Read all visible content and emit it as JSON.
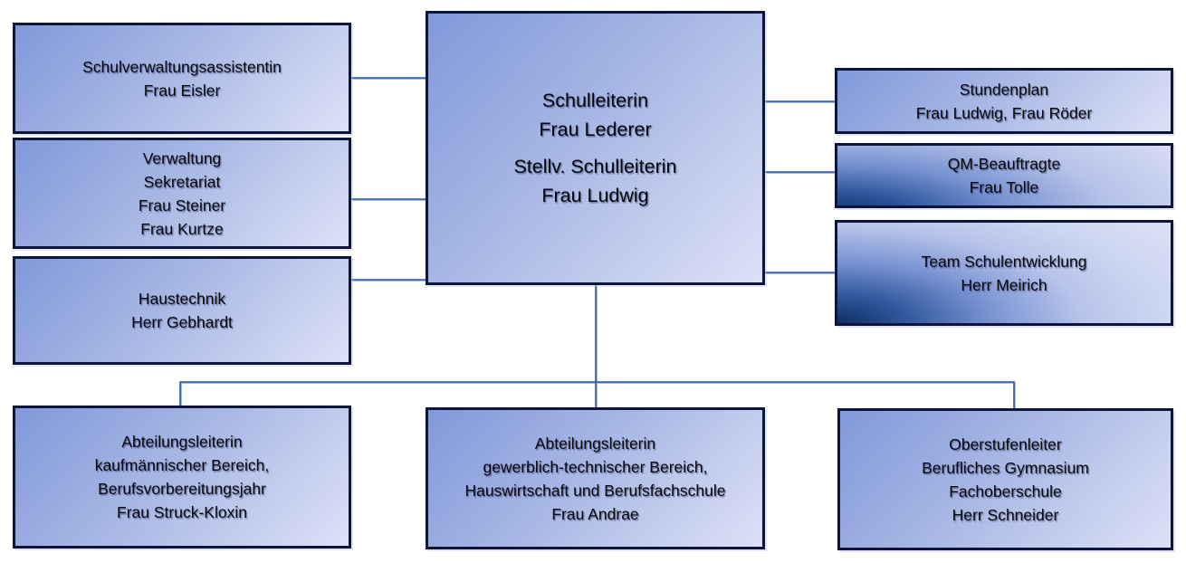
{
  "colors": {
    "background": "#ffffff",
    "box_border": "#0d153a",
    "text": "#05070f",
    "connector_dark_blue": "#2e56a0",
    "connector_light_blue": "#9ab5e3",
    "box_gradient_dark": "#8099da",
    "box_gradient_light": "#dce1f7",
    "accent_navy": "#0d2f63"
  },
  "nodes": {
    "schulleitung": {
      "lines": [
        "Schulleiterin",
        "Frau Lederer",
        "Stellv. Schulleiterin",
        "Frau Ludwig"
      ]
    },
    "schulverwaltungsassistentin": {
      "lines": [
        "Schulverwaltungsassistentin",
        "Frau Eisler"
      ]
    },
    "verwaltung": {
      "lines": [
        "Verwaltung",
        "Sekretariat",
        "Frau Steiner",
        "Frau Kurtze"
      ]
    },
    "haustechnik": {
      "lines": [
        "Haustechnik",
        "Herr Gebhardt"
      ]
    },
    "stundenplan": {
      "lines": [
        "Stundenplan",
        "Frau Ludwig, Frau Röder"
      ]
    },
    "qm_beauftragte": {
      "lines": [
        "QM-Beauftragte",
        "Frau Tolle"
      ]
    },
    "team_schulentwicklung": {
      "lines": [
        "Team Schulentwicklung",
        "Herr Meirich"
      ]
    },
    "abteilung_kaufmaennisch": {
      "lines": [
        "Abteilungsleiterin",
        "kaufmännischer Bereich,",
        "Berufsvorbereitungsjahr",
        "Frau Struck-Kloxin"
      ]
    },
    "abteilung_gewerblich": {
      "lines": [
        "Abteilungsleiterin",
        "gewerblich-technischer Bereich,",
        "Hauswirtschaft und Berufsfachschule",
        "Frau Andrae"
      ]
    },
    "oberstufenleiter": {
      "lines": [
        "Oberstufenleiter",
        "Berufliches Gymnasium",
        "Fachoberschule",
        "Herr Schneider"
      ]
    }
  }
}
